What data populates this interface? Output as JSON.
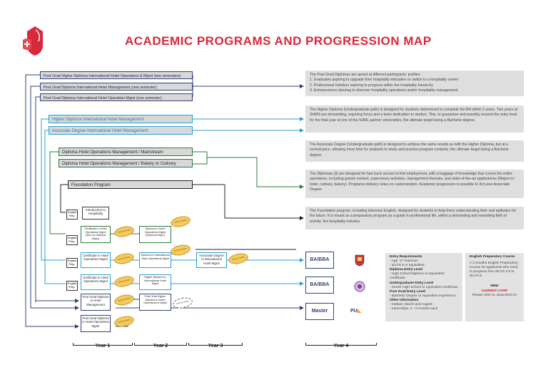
{
  "title": "ACADEMIC PROGRAMS AND PROGRESSION MAP",
  "colors": {
    "title": "#d8283b",
    "navy": "#33407a",
    "cyan": "#2a9fd2",
    "green": "#2b7a3c",
    "desc_bg": "#dedede"
  },
  "icons": {
    "logo": "swiss-shield-logo",
    "badge": "gold-badge"
  },
  "programs": {
    "pg_hd": "Post Grad Higher Diploma International Hotel Operations & Mgmt (two semesters)",
    "pg_dip_mgmt": "Post Grad Diploma International Hotel Management (one semester)",
    "pg_dip_ops": "Post Grad Diploma International Hotel Operation Mgmt (one semester)",
    "higher_dip": "Higher Diploma International Hotel Management",
    "assoc": "Associate Degree International Hotel Management",
    "dip_main": "Diploma Hotel Operations Management / Mainstream",
    "dip_bakery": "Diploma Hotel Operations Management / Bakery or Culinary",
    "foundation": "Foundation Program"
  },
  "descriptions": {
    "pg": {
      "intro": "The Post Grad Diplomas are aimed at different participants' profiles:",
      "l1": "1. Graduates aspiring to upgrade their hospitality education or switch to a hospitality career",
      "l2": "2. Professional hoteliers aspiring to progress within the hospitality hierarchy",
      "l3": "3. Entrepreneurs desiring to discover hospitality operations and/or hospitality management."
    },
    "higher": "The Higher Diploma (Undergraduate path) is designed for students determined to complete the BA within 3 years. Two years at SHMS are demanding, requiring focus and a keen dedication to studies. This, to guarantee and possibly exceed the entry level for the final year at one of the SHML partner universities, the ultimate target being a Bachelor degree.",
    "assoc": "The Associate Degree (Undergraduate path) is designed to achieve the same results as with the Higher Diploma, but at a normal pace, allowing more time for students to study and practice program contents, the ultimate target being a Bachelor degree.",
    "diplomas": "The Diplomas (3) are designed for fast track access to first employment, with a baggage of knowledge that covers the entire operations, including guests contact, supervisory activities, management theories, and state-of-the-art applications (Majors in: hotel, culinary, bakery). Programs delivery relies on customization. Academic progression is possible to 3rd year Associate Degree.",
    "foundation": "The Foundation program, including intensive English, designed for students to help them understanding their real aptitudes for the future. It is meant as a preparatory program as a guide to professional life, within a demanding and rewarding field of activity: the hospitality industry."
  },
  "grid": {
    "intro": "Introduction to Hospitality",
    "english_prep": "English Prep.",
    "cert_ops_opt": "Certificate in Hotel Operations Mgmt (Intro to Optional Major)",
    "dip_ops_opt": "Diploma in Hotel Operations Mgmt (Optional Major)",
    "cert_ops": "Certificate in Hotel Operations Mgmt",
    "dip_intl": "Diploma in International Hotel Operations Mgmt",
    "assoc_box": "Associate Degree in International Hotel Mgmt",
    "higher_dip_box": "Higher Diploma in International Hotel Mgmt",
    "pg_dip_mgmt": "Post Grad Diploma in Hotel Management",
    "pg_higher": "Post Grad Higher Diploma in Hotel Operations & Mgmt",
    "pg_dip_ops": "Post Grad Diploma in Hotel Operations Mgmt",
    "badge_text": "industry training",
    "ba1": "BA/BBA",
    "ba2": "BA/BBA",
    "master": "Master",
    "partner3": "PU"
  },
  "requirements": {
    "h1": "Entry Requirements",
    "r1": "- Age: 17 minimum",
    "r2": "- IELTS 5 or equivalent",
    "h2": "Diploma Entry Level",
    "r3": "- High School Diploma or equivalent Certificate",
    "h3": "Undergraduate Entry Level",
    "r4": "- Senior High School or equivalent Certificate",
    "h4": "Post Grad Entry Level",
    "r5": "- Bachelor Degree or equivalent experience",
    "h5": "Other Information",
    "r6": "- Intakes: March and August",
    "r7": "- Internships: 5 - 6 months each"
  },
  "english_box": {
    "heading": "English Preparatory Course",
    "text": "A 2-months English Preparatory Course for applicants who need to progress from IELTS 4.5 to IELTS 5",
    "new": "NEW",
    "camp": "SUMMER CAMP",
    "refer": "Please refer to: www.shml.ch"
  },
  "years": {
    "y1": "Year 1",
    "y2": "Year 2",
    "y3": "Year 3",
    "y4": "Year 4"
  }
}
